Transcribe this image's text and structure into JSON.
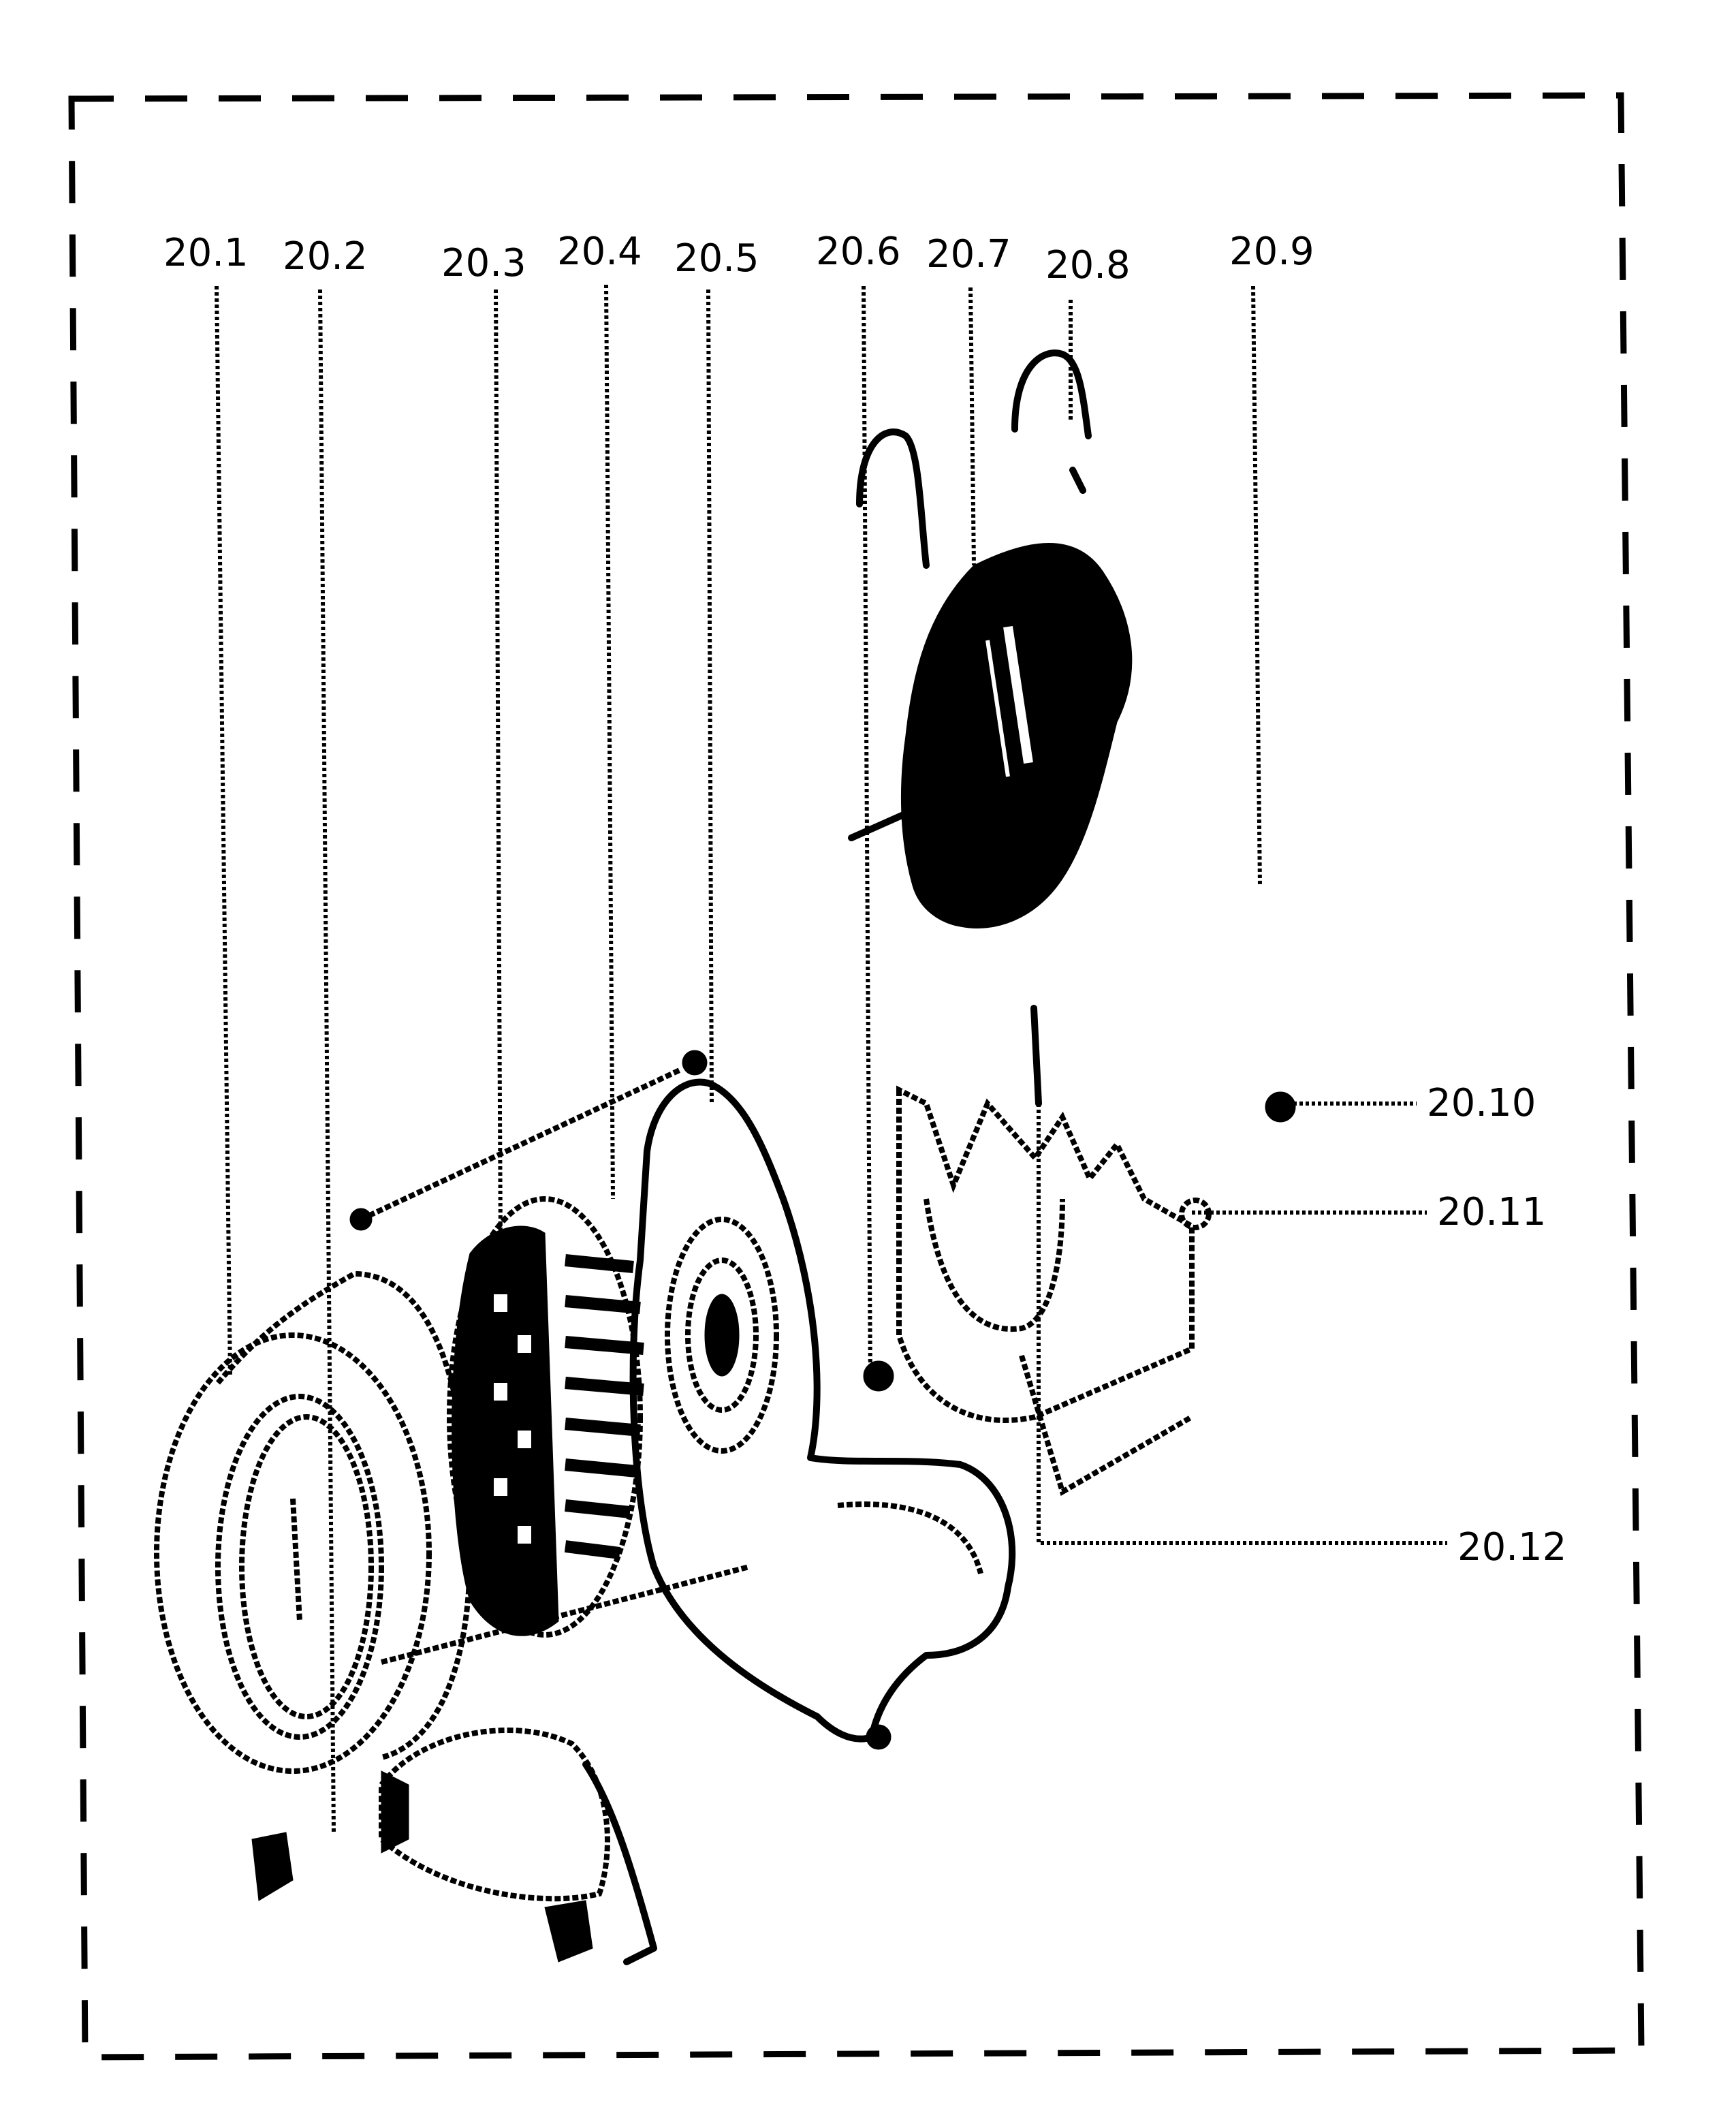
{
  "callouts": [
    {
      "id": "c1",
      "label": "20.1"
    },
    {
      "id": "c2",
      "label": "20.2"
    },
    {
      "id": "c3",
      "label": "20.3"
    },
    {
      "id": "c4",
      "label": "20.4"
    },
    {
      "id": "c5",
      "label": "20.5"
    },
    {
      "id": "c6",
      "label": "20.6"
    },
    {
      "id": "c7",
      "label": "20.7"
    },
    {
      "id": "c8",
      "label": "20.8"
    },
    {
      "id": "c9",
      "label": "20.9"
    },
    {
      "id": "c10",
      "label": "20.10"
    },
    {
      "id": "c11",
      "label": "20.11"
    },
    {
      "id": "c12",
      "label": "20.12"
    }
  ]
}
